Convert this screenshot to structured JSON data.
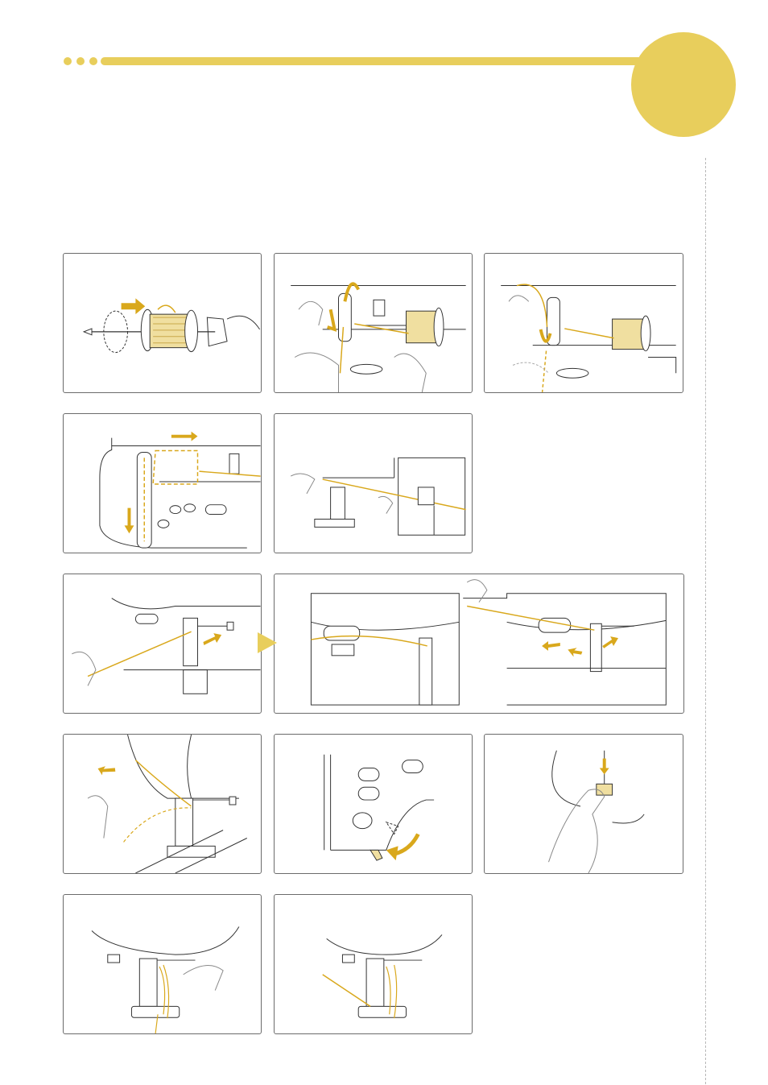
{
  "colors": {
    "accent": "#e8ce5c",
    "arrow": "#d9a81c",
    "line": "#333333",
    "panel_border": "#6b6b6b",
    "dashed_rule": "#b8b8b8"
  },
  "header": {
    "dots": [
      "dot",
      "dot",
      "dot"
    ],
    "icon": "chapter-tab-circle"
  },
  "panels": [
    {
      "name": "spool-pin-panel",
      "icon": "spool-on-pin-illustration"
    },
    {
      "name": "thread-guide-top-panel",
      "icon": "thread-guide-illustration"
    },
    {
      "name": "thread-guide-hook-panel",
      "icon": "thread-hook-illustration"
    },
    {
      "name": "threading-path-panel",
      "icon": "threading-path-illustration"
    },
    {
      "name": "needle-bar-guide-panel",
      "icon": "needle-bar-guide-illustration"
    },
    {
      "name": "needle-thread-left-panel",
      "icon": "needle-threading-illustration"
    },
    {
      "name": "needle-thread-detail-panel",
      "icon": "needle-threader-detail-illustration"
    },
    {
      "name": "thread-cutter-panel",
      "icon": "thread-cutter-illustration"
    },
    {
      "name": "threader-lever-panel",
      "icon": "threader-lever-illustration"
    },
    {
      "name": "lever-press-panel",
      "icon": "lever-press-illustration"
    },
    {
      "name": "presser-foot-hand-panel",
      "icon": "presser-foot-hand-illustration"
    },
    {
      "name": "presser-foot-thread-panel",
      "icon": "presser-foot-thread-illustration"
    }
  ]
}
